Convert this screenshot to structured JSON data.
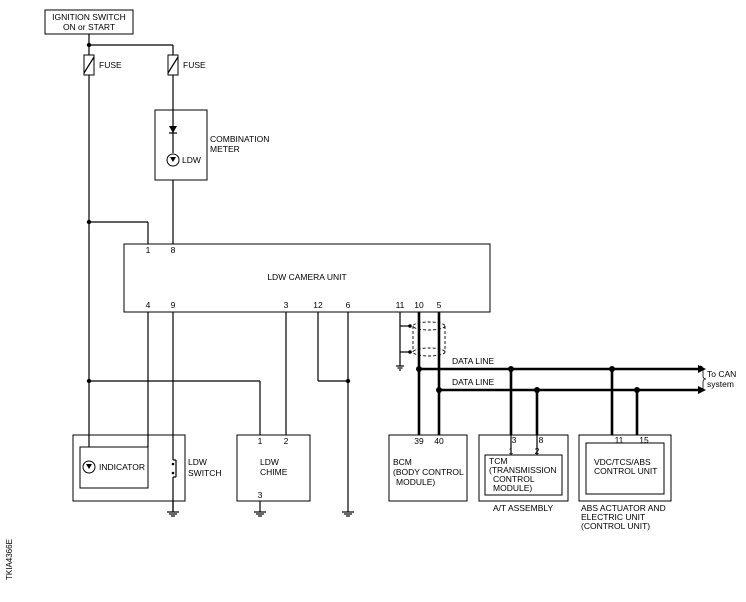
{
  "ignition": {
    "line1": "IGNITION SWITCH",
    "line2": "ON or START"
  },
  "fuse_label": "FUSE",
  "combination_meter": {
    "line1": "COMBINATION",
    "line2": "METER",
    "indicator": "LDW"
  },
  "camera_unit": {
    "name": "LDW CAMERA UNIT",
    "pins_top": [
      "1",
      "8"
    ],
    "pins_bottom": [
      "4",
      "9",
      "3",
      "12",
      "6",
      "11",
      "10",
      "5"
    ]
  },
  "data_line_label": "DATA LINE",
  "can_label": {
    "line1": "To CAN",
    "line2": "system"
  },
  "ldw_switch": {
    "indicator": "INDICATOR",
    "line1": "LDW",
    "line2": "SWITCH"
  },
  "ldw_chime": {
    "line1": "LDW",
    "line2": "CHIME",
    "pins": [
      "1",
      "2",
      "3"
    ]
  },
  "bcm": {
    "pins": [
      "39",
      "40"
    ],
    "line1": "BCM",
    "line2": "(BODY CONTROL",
    "line3": "MODULE)"
  },
  "tcm": {
    "pins": [
      "3",
      "8"
    ],
    "inner_pins": [
      "1",
      "2"
    ],
    "line1": "TCM",
    "line2": "(TRANSMISSION",
    "line3": "CONTROL",
    "line4": "MODULE)",
    "assembly": "A/T ASSEMBLY"
  },
  "abs": {
    "pins": [
      "11",
      "15"
    ],
    "unit1": "VDC/TCS/ABS",
    "unit2": "CONTROL UNIT",
    "line1": "ABS ACTUATOR AND",
    "line2": "ELECTRIC UNIT",
    "line3": "(CONTROL UNIT)"
  },
  "figure_code": "TKIA4366E"
}
